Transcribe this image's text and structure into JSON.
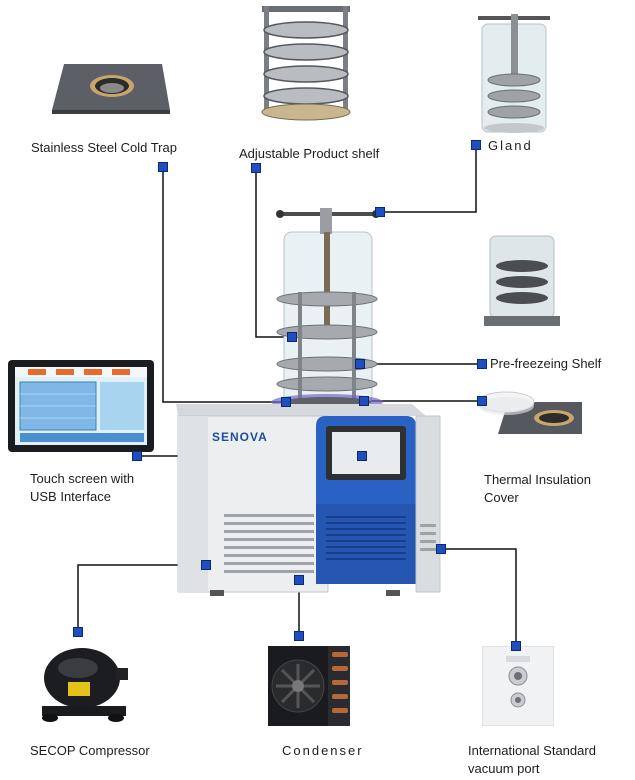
{
  "labels": {
    "cold_trap": "Stainless Steel Cold Trap",
    "product_shelf": "Adjustable Product shelf",
    "gland": "Gland",
    "prefreezing_shelf": "Pre-freezeing Shelf",
    "touch_screen_line1": "Touch screen with",
    "touch_screen_line2": "USB Interface",
    "insulation_line1": "Thermal Insulation",
    "insulation_line2": "Cover",
    "compressor": "SECOP Compressor",
    "condenser": "Condenser",
    "vacuum_line1": "International Standard",
    "vacuum_line2": "vacuum port"
  },
  "brand": "SENOVA",
  "colors": {
    "marker": "#1f4fbf",
    "connector": "#111111",
    "panel_blue": "#2a62c4"
  }
}
